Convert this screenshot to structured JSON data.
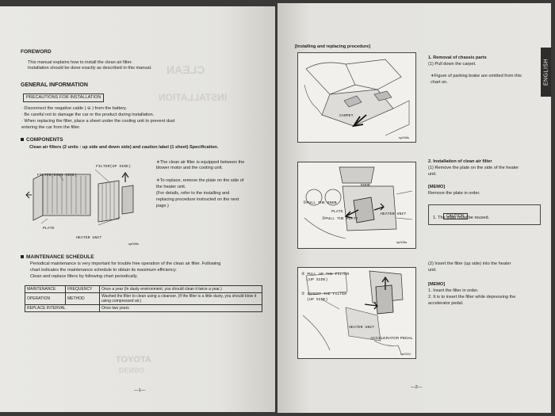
{
  "left": {
    "foreword_title": "FOREWORD",
    "foreword_lines": [
      "This manual explains how to install the clean air filter.",
      "Installation should be done exactly as described in this manual."
    ],
    "general_info_title": "GENERAL INFORMATION",
    "precautions_title": "PRECAUTIONS FOR INSTALLATION",
    "precautions": [
      "· Disconnect the negative cable ( ⊖ ) from the battery.",
      "· Be careful not to damage the car or the product during installation.",
      "· When replacing the filter, place a sheet under the cooling unit to prevent dust",
      "   entering the car from the filter."
    ],
    "components_title": "COMPONENTS",
    "components_subtitle": "Clean air filters (2 units : up side and down side) and caution label (1 sheet) Specification.",
    "components_notes": [
      "∗The clean air filter is equipped between the",
      "  blower motor and the cooling unit.",
      "",
      "∗To replace, remove the plate on the side of",
      "  the heater unit.",
      "  (For details, refer to the installing and",
      "  replacing procedure instructed on the next",
      "  page.)"
    ],
    "fig_labels": {
      "filter_up": "FILTER(UP SIDE)",
      "filter_down": "FILTER(DOWN SIDE)",
      "plate": "PLATE",
      "heater_unit": "HEATER UNIT",
      "code": "sp008s"
    },
    "maintenance_title": "MAINTENANCE SCHEDULE",
    "maintenance_text": [
      "Periodical maintenance is very important for trouble free operation of the clean air filter. Following",
      "chart indicates the maintenance schedule to obtain its maximum efficiency.",
      "Clean and replace filters by following chart periodically."
    ],
    "table": {
      "maintenance": "MAINTENANCE",
      "frequency": "FREQUENCY",
      "frequency_value": "Once a year (In dusty environment, you should clean it twice a year.)",
      "operation": "OPERATION",
      "method": "METHOD",
      "method_value": "Washed the filter to clean using a cleanser. (If the filter is a little dusty, you should blow it using compressed air.)",
      "replace_interval": "REPLACE INTERVAL",
      "replace_value": "Once two years"
    },
    "page_number": "—1—",
    "ghost_toyota": "TOYOTA",
    "ghost_denso": "DENSO"
  },
  "right": {
    "procedure_title": "[Installing and replacing procedure]",
    "tab_label": "ENGLISH",
    "step1_title": "1. Removal of chassis parts",
    "step1_text": "(1) Pull down the carpet.",
    "step1_note": [
      "∗Figure of parking brake are omitted from this",
      "  chart on."
    ],
    "fig1_labels": {
      "carpet": "CARPET",
      "code": "sp008s"
    },
    "step2_title": "2. Installation of clean air filter",
    "step2_text": [
      "(1) Remove the plate on the side of the heater",
      "     unit."
    ],
    "memo1_title": "[MEMO]",
    "memo1_text": "Remove the plate in order.",
    "caution_label": "CAUTION",
    "caution_text": "1.  The plate must be reused.",
    "fig2_labels": {
      "knob": "KNOB",
      "pull_knob": "①PULL THE KNOB",
      "plate": "PLATE",
      "pull_plate": "②PULL THE PLATE",
      "heater_unit": "HEATER UNIT",
      "code": "sp008a"
    },
    "step2_2_text": [
      "(2) Insert the filter (up side) into the heater",
      "     unit."
    ],
    "memo2_title": "[MEMO]",
    "memo2_lines": [
      "1. Insert the filter in order.",
      "2. It is to insert the filter while depressing the",
      "    accelerator pedal."
    ],
    "fig3_labels": {
      "pull_up": "② PULL UP THE FILTER",
      "up_side": "(UP SIDE)",
      "insert": "① INSERT THE FILTER",
      "up_side2": "(UP SIDE)",
      "heater_unit": "HEATER UNIT",
      "accel": "ACCELERATOR PEDAL",
      "code": "sp011b"
    },
    "page_number": "—2—"
  }
}
